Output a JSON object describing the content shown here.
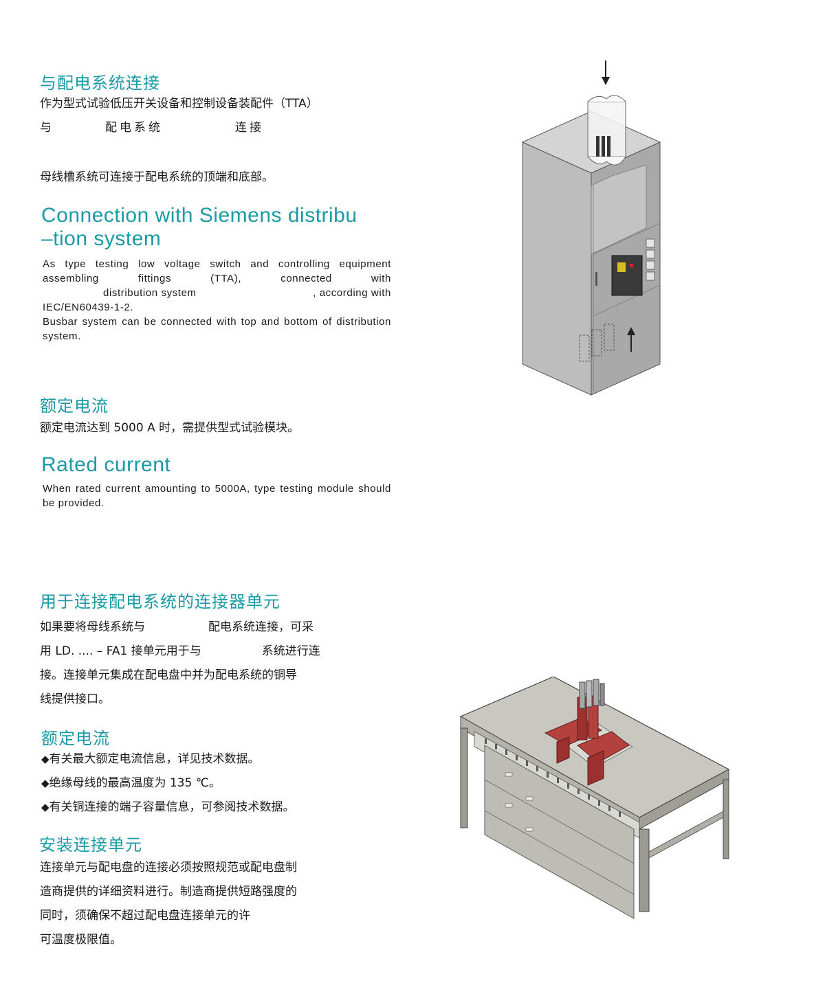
{
  "section1": {
    "cn_title": "与配电系统连接",
    "cn_line1": "作为型式试验低压开关设备和控制设备装配件（TTA）",
    "cn_line2_a": "与",
    "cn_line2_b": "配电系统",
    "cn_line2_c": "连接",
    "cn_line3": "母线槽系统可连接于配电系统的顶端和底部。",
    "en_title_1": "Connection with Siemens distribu",
    "en_title_2": "–tion system",
    "en_p1": "As type testing low voltage switch and controlling equipment assembling fittings (TTA), connected with",
    "en_p2_a": "distribution system",
    "en_p2_b": ", according with",
    "en_p3": "IEC/EN60439-1-2.",
    "en_p4": "Busbar system can be connected with top and bottom of distribution system."
  },
  "section2": {
    "cn_title": "额定电流",
    "cn_text": "额定电流达到 5000 A 时，需提供型式试验模块。",
    "en_title": "Rated current",
    "en_text": "When rated current amounting to 5000A, type testing module should be provided."
  },
  "section3": {
    "cn_title": "用于连接配电系统的连接器单元",
    "line1_a": "如果要将母线系统与",
    "line1_b": "配电系统连接，可采",
    "line2_a": "用 LD. .... – FA1 接单元用于与",
    "line2_b": "系统进行连",
    "line3": "接。连接单元集成在配电盘中并为配电系统的铜导",
    "line4": "线提供接口。"
  },
  "section4": {
    "cn_title": "额定电流",
    "bullet_symbol": "◆",
    "bullets": [
      "有关最大额定电流信息，详见技术数据。",
      "绝缘母线的最高温度为 135 ℃。",
      "有关铜连接的端子容量信息，可参阅技术数据。"
    ]
  },
  "section5": {
    "cn_title": "安装连接单元",
    "lines": [
      "连接单元与配电盘的连接必须按照规范或配电盘制",
      "造商提供的详细资料进行。制造商提供短路强度的",
      "同时，须确保不超过配电盘连接单元的许",
      "可温度极限值。"
    ]
  },
  "colors": {
    "accent": "#1a9aa4",
    "cabinet": "#c9c9c9",
    "copper": "#b5413f"
  }
}
